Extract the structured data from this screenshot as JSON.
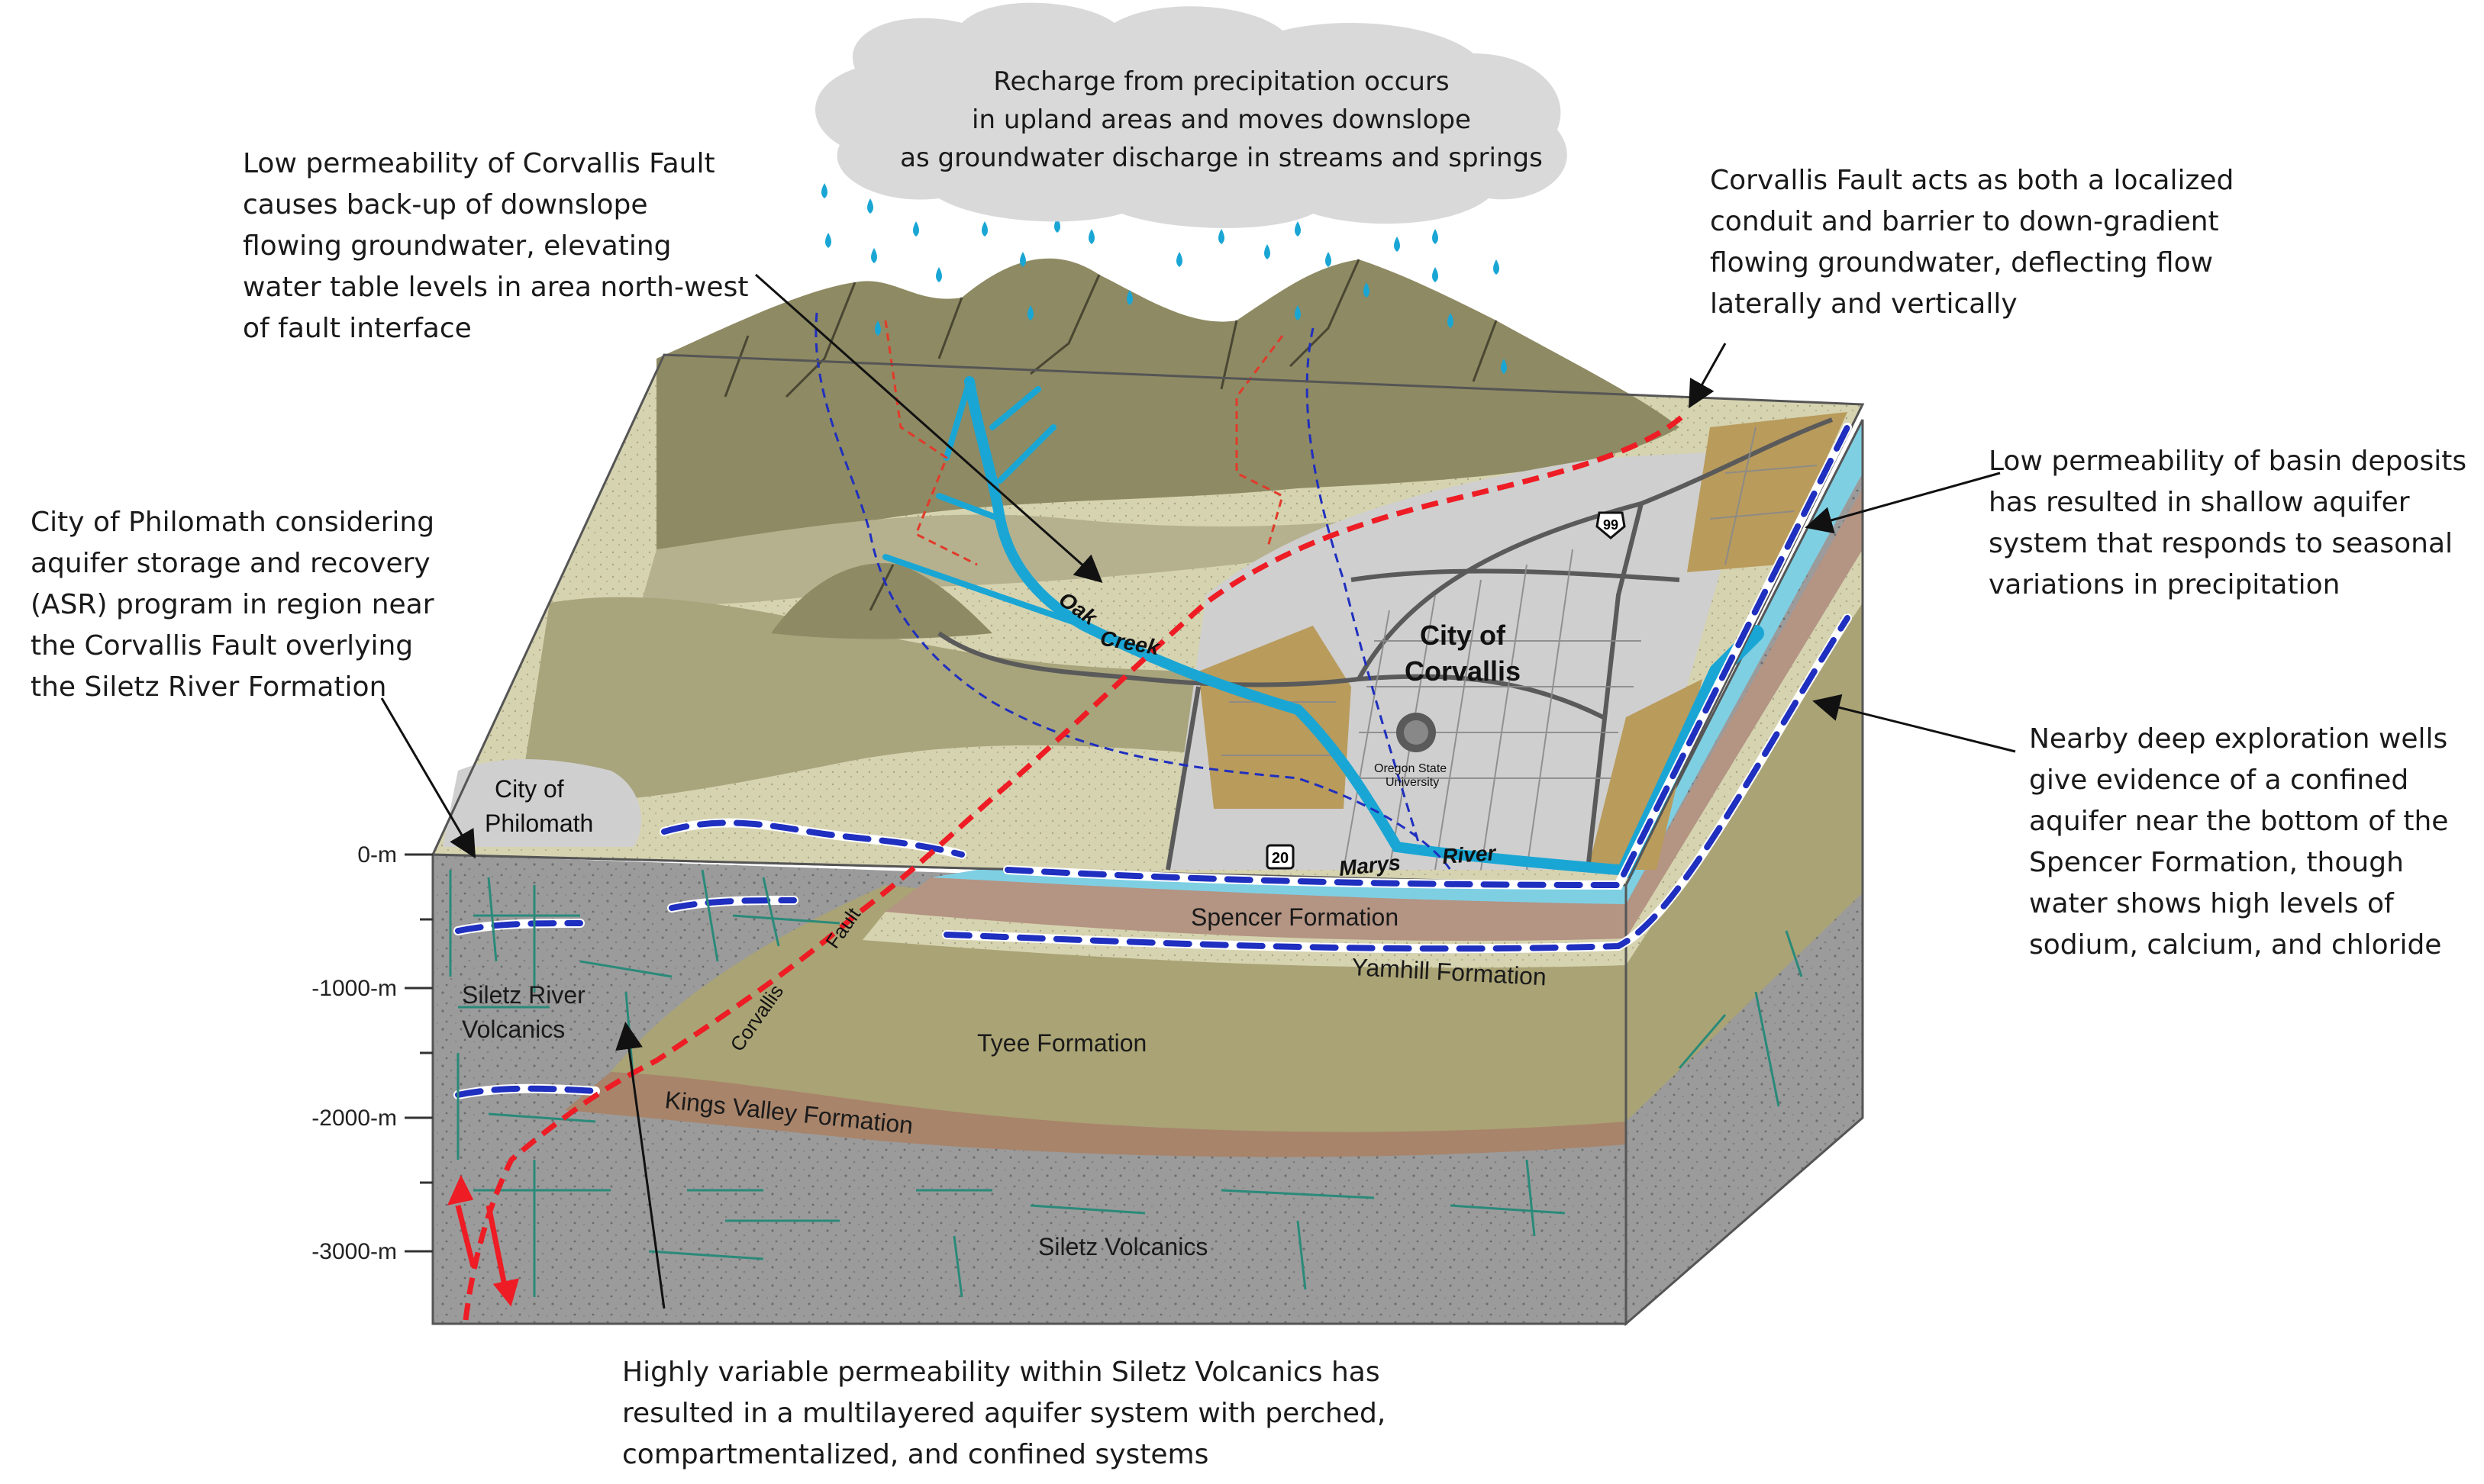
{
  "annotations": {
    "recharge": "Recharge from precipitation occurs\nin upland areas and moves downslope\nas groundwater discharge in streams and springs",
    "low_perm_fault": "Low permeability of Corvallis Fault\ncauses back-up of downslope\nflowing groundwater, elevating\nwater table levels in area north-west\nof fault interface",
    "fault_conduit": "Corvallis Fault acts as both a localized\nconduit and barrier to down-gradient\nflowing groundwater, deflecting flow\nlaterally and vertically",
    "basin_deposits": "Low permeability of basin deposits\nhas resulted in shallow aquifer\nsystem that responds to seasonal\nvariations in precipitation",
    "philomath_asr": "City of Philomath considering\naquifer storage and recovery\n(ASR) program in region near\nthe Corvallis Fault overlying\nthe Siletz River Formation",
    "exploration_wells": "Nearby deep exploration wells\ngive evidence of a confined\naquifer near the bottom of the\nSpencer Formation, though\nwater shows high levels of\nsodium, calcium, and chloride",
    "siletz_perm": "Highly variable permeability within Siletz Volcanics has\nresulted in a multilayered aquifer system with perched,\ncompartmentalized, and confined systems"
  },
  "depth_axis": [
    "0-m",
    "-1000-m",
    "-2000-m",
    "-3000-m"
  ],
  "formations": {
    "spencer": "Spencer Formation",
    "yamhill": "Yamhill Formation",
    "tyee": "Tyee Formation",
    "kings_valley": "Kings Valley Formation",
    "siletz_volcanics": "Siletz Volcanics",
    "siletz_river_1": "Siletz River",
    "siletz_river_2": "Volcanics"
  },
  "place_labels": {
    "corvallis_1": "City of",
    "corvallis_2": "Corvallis",
    "philomath_1": "City of",
    "philomath_2": "Philomath",
    "university_1": "Oregon State",
    "university_2": "University",
    "oak": "Oak",
    "creek": "Creek",
    "marys": "Marys",
    "river": "River",
    "fault_1": "Corvallis",
    "fault_2": "Fault"
  },
  "highway_shields": {
    "us20": "20",
    "or99": "99"
  },
  "colors": {
    "mountains": "#8e8a63",
    "valley_floor": "#d6d3b0",
    "city": "#cfcfcf",
    "agriculture": "#b99b5c",
    "spencer": "#b49483",
    "tyee": "#a9a274",
    "kings_valley": "#a8856a",
    "siletz": "#9c9c9c",
    "fault": "#ee1c24",
    "water": "#1aa6d4",
    "aquifer_dash": "#1f2fbf"
  }
}
